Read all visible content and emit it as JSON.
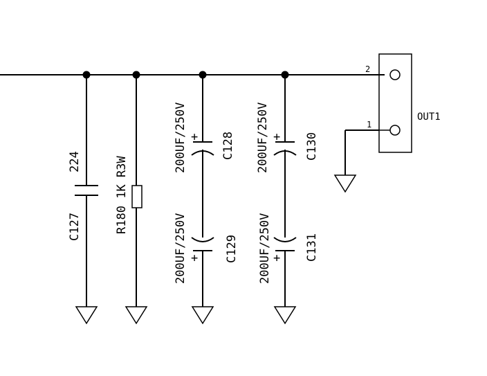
{
  "c127": {
    "ref": "C127",
    "value": "224"
  },
  "r180": {
    "ref": "R180",
    "value": "1K R3W"
  },
  "c128": {
    "ref": "C128",
    "value": "200UF/250V",
    "polarity": "+"
  },
  "c129": {
    "ref": "C129",
    "value": "200UF/250V",
    "polarity": "+"
  },
  "c130": {
    "ref": "C130",
    "value": "200UF/250V",
    "polarity": "+"
  },
  "c131": {
    "ref": "C131",
    "value": "200UF/250V",
    "polarity": "+"
  },
  "out1": {
    "ref": "OUT1",
    "pin1": "1",
    "pin2": "2"
  }
}
